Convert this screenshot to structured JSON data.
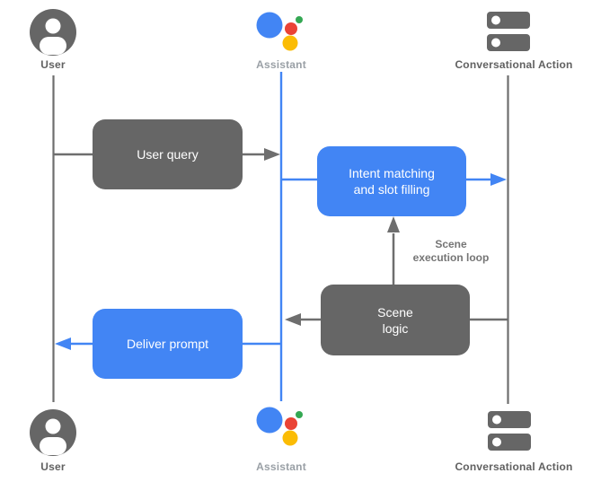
{
  "colors": {
    "blue": "#4285f4",
    "red": "#ea4335",
    "yellow": "#fbbc04",
    "green": "#34a853",
    "gray_box": "#666666",
    "gray_line": "#6e6e6e",
    "label_dark": "#616161",
    "label_light": "#9aa0a6",
    "annotation_gray": "#757575"
  },
  "actors": {
    "top": {
      "user": "User",
      "assistant": "Assistant",
      "conversational_action": "Conversational Action"
    },
    "bottom": {
      "user": "User",
      "assistant": "Assistant",
      "conversational_action": "Conversational Action"
    }
  },
  "boxes": {
    "user_query": {
      "label": "User query"
    },
    "intent_matching": {
      "line1": "Intent matching",
      "line2": "and slot filling"
    },
    "scene_logic": {
      "line1": "Scene",
      "line2": "logic"
    },
    "deliver_prompt": {
      "label": "Deliver prompt"
    }
  },
  "annotations": {
    "scene_loop": {
      "line1": "Scene",
      "line2": "execution loop"
    }
  },
  "icons": {
    "user": "user-avatar-icon",
    "assistant": "google-assistant-icon",
    "conversational_action": "server-stack-icon"
  }
}
